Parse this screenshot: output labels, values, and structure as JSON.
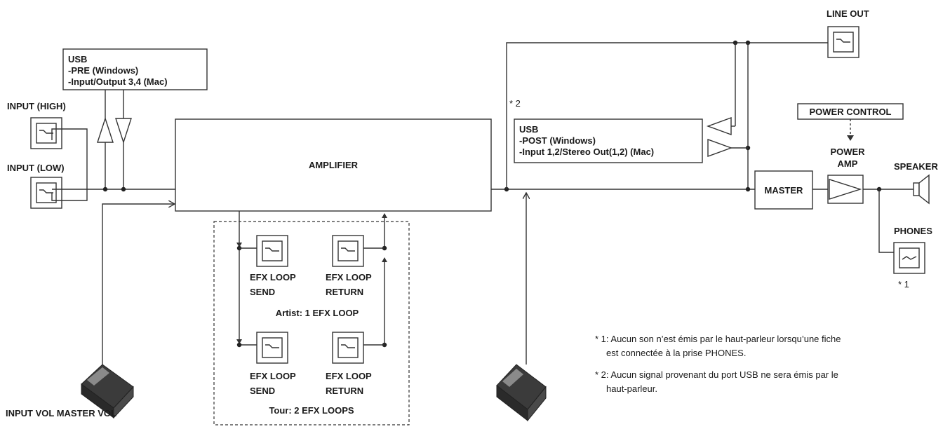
{
  "usb_pre": {
    "title": "USB",
    "line1": "-PRE (Windows)",
    "line2": "-Input/Output 3,4 (Mac)"
  },
  "input_high": "INPUT (HIGH)",
  "input_low": "INPUT (LOW)",
  "amplifier": "AMPLIFIER",
  "efx_artist": {
    "send_1": "EFX LOOP",
    "send_2": "SEND",
    "return_1": "EFX LOOP",
    "return_2": "RETURN",
    "caption": "Artist: 1 EFX LOOP"
  },
  "efx_tour": {
    "send_1": "EFX LOOP",
    "send_2": "SEND",
    "return_1": "EFX LOOP",
    "return_2": "RETURN",
    "caption": "Tour: 2 EFX LOOPS"
  },
  "pedal_label": "INPUT VOL MASTER VOL",
  "line_out": "LINE OUT",
  "star2_mark": "* 2",
  "usb_post": {
    "title": "USB",
    "line1": "-POST (Windows)",
    "line2": "-Input 1,2/Stereo Out(1,2) (Mac)"
  },
  "power_control": "POWER CONTROL",
  "power_amp_1": "POWER",
  "power_amp_2": "AMP",
  "master": "MASTER",
  "speaker": "SPEAKER",
  "phones": "PHONES",
  "star1_mark": "* 1",
  "notes": {
    "n1_line1": "1: Aucun son n’est émis par le haut-parleur lorsqu’une fiche",
    "n1_line2": "est connectée à la prise PHONES.",
    "n2_line1": "2: Aucun signal provenant du port USB ne sera émis par le",
    "n2_line2": "haut-parleur."
  }
}
